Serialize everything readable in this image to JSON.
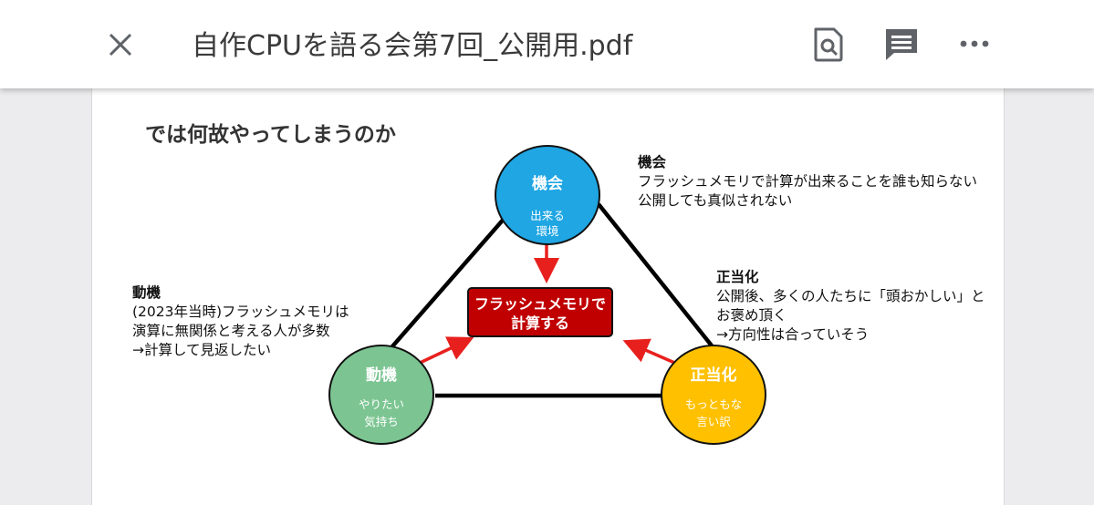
{
  "toolbar": {
    "close_icon": "close-icon",
    "title": "自作CPUを語る会第7回_公開用.pdf",
    "search_icon": "document-search-icon",
    "comment_icon": "comment-icon",
    "more_icon": "more-horizontal-icon"
  },
  "slide": {
    "title": "では何故やってしまうのか",
    "center_box": {
      "line1": "フラッシュメモリで",
      "line2": "計算する",
      "fill": "#c00000"
    },
    "nodes": {
      "opportunity": {
        "label": "機会",
        "sub1": "出来る",
        "sub2": "環境",
        "fill": "#1fa6e3"
      },
      "motive": {
        "label": "動機",
        "sub1": "やりたい",
        "sub2": "気持ち",
        "fill": "#7cc592"
      },
      "justification": {
        "label": "正当化",
        "sub1": "もっともな",
        "sub2": "言い訳",
        "fill": "#ffc000"
      }
    },
    "notes": {
      "opportunity": {
        "heading": "機会",
        "line1": "フラッシュメモリで計算が出来ることを誰も知らない",
        "line2": "公開しても真似されない"
      },
      "justification": {
        "heading": "正当化",
        "line1": "公開後、多くの人たちに「頭おかしい」と",
        "line2": "お褒め頂く",
        "line3": "→方向性は合っていそう"
      },
      "motive": {
        "heading": "動機",
        "line1": "(2023年当時)フラッシュメモリは",
        "line2": "演算に無関係と考える人が多数",
        "line3": "→計算して見返したい"
      }
    }
  }
}
